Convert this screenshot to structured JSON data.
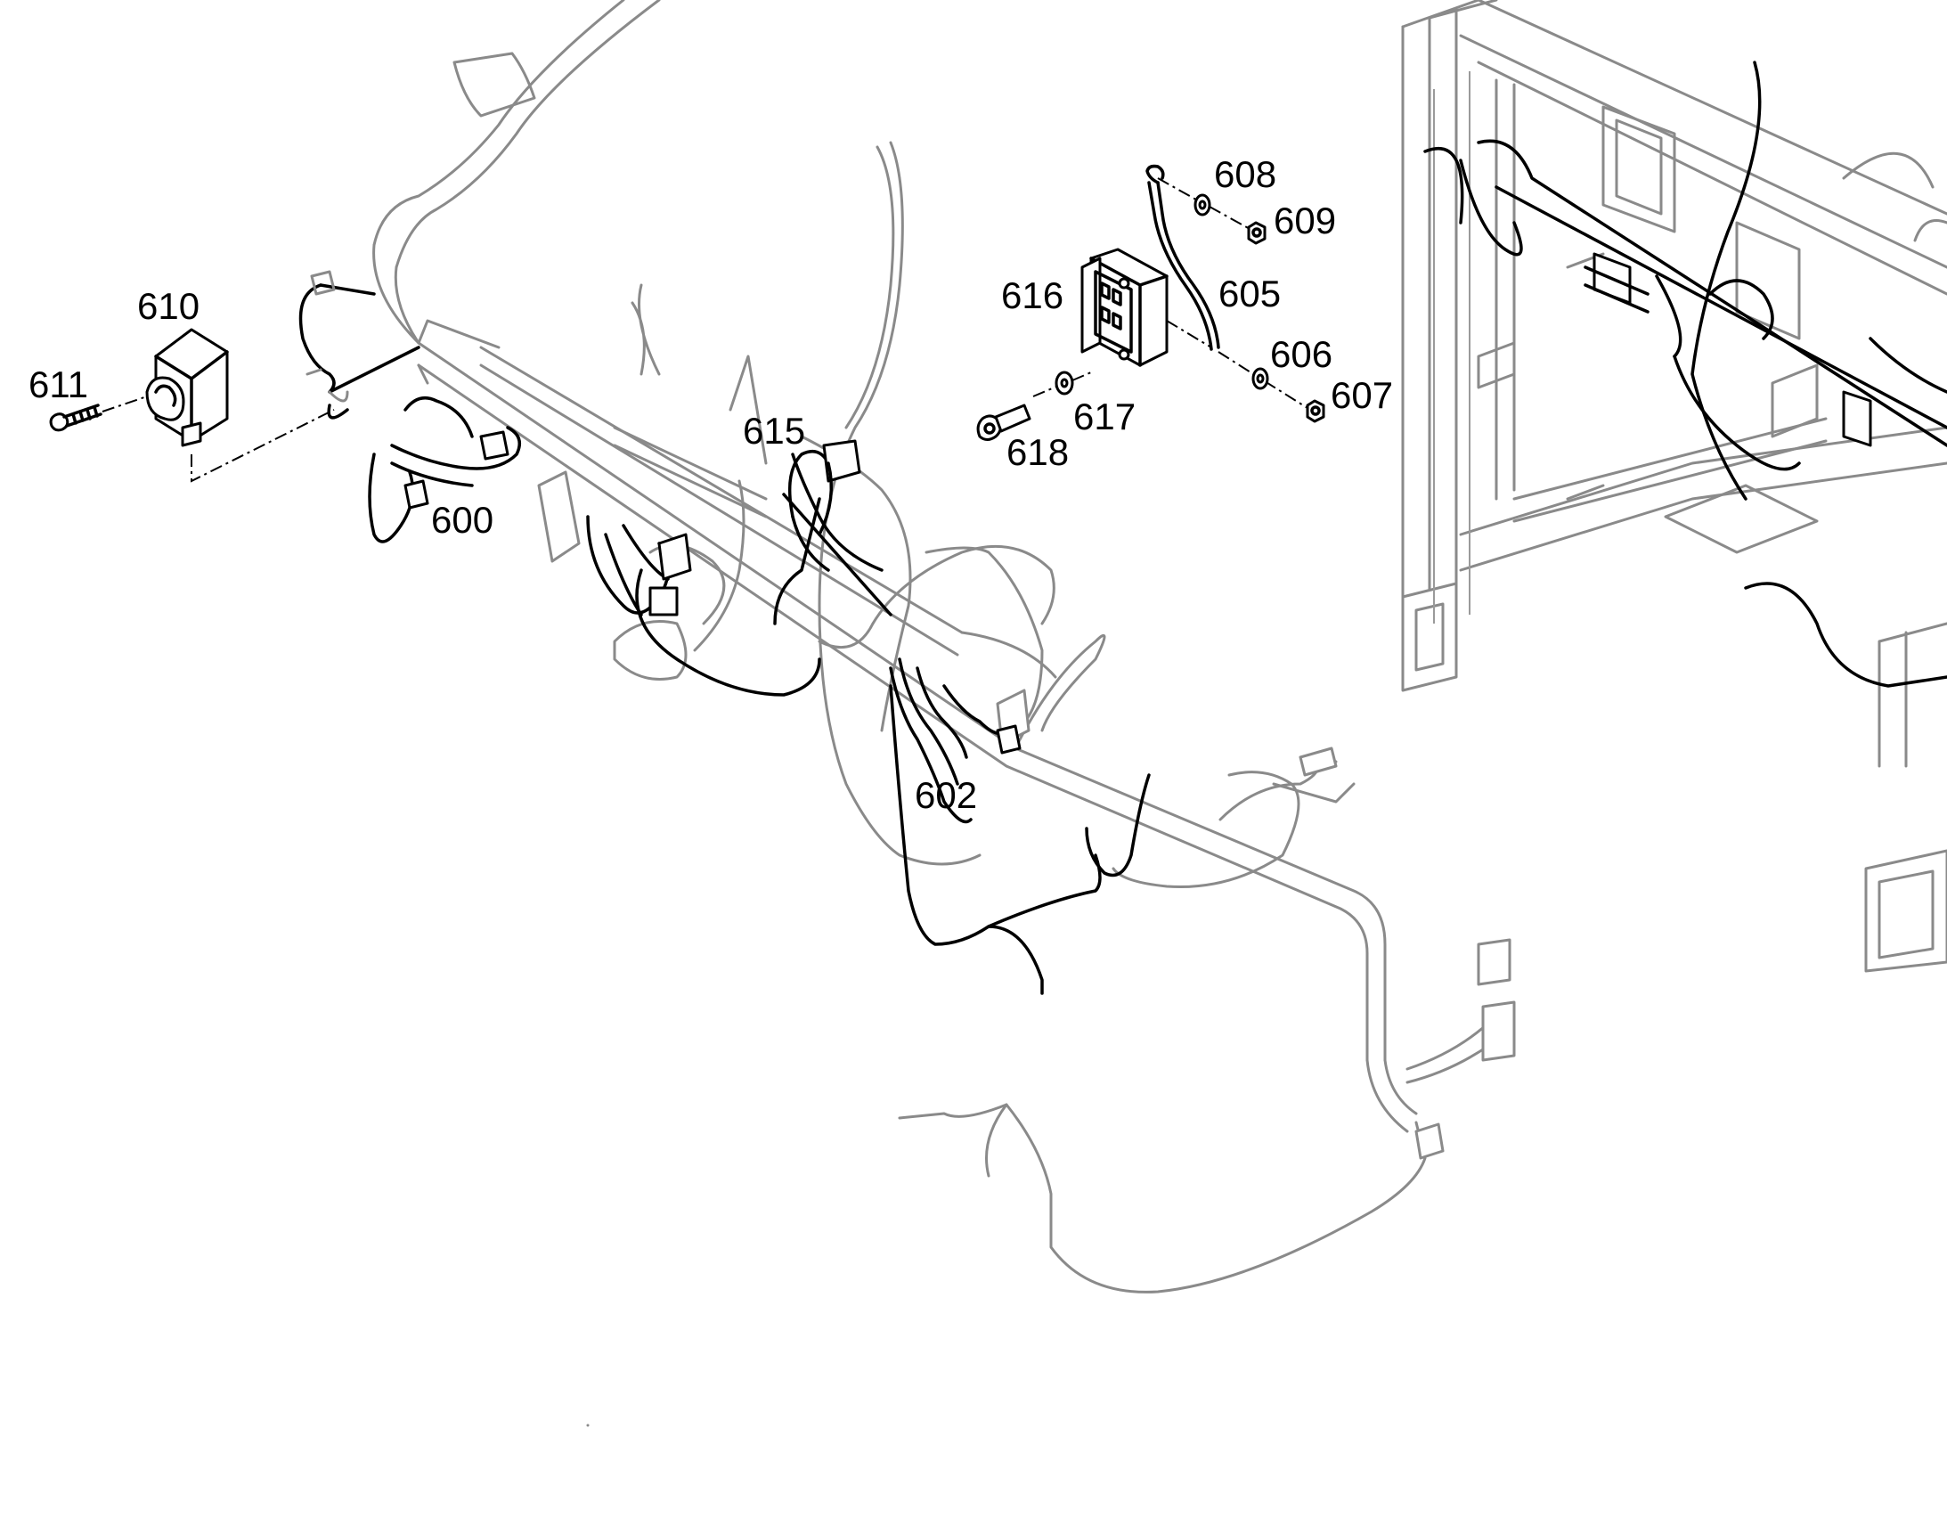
{
  "diagram": {
    "callouts": [
      {
        "id": "c600",
        "text": "600"
      },
      {
        "id": "c602",
        "text": "602"
      },
      {
        "id": "c605",
        "text": "605"
      },
      {
        "id": "c606",
        "text": "606"
      },
      {
        "id": "c607",
        "text": "607"
      },
      {
        "id": "c608",
        "text": "608"
      },
      {
        "id": "c609",
        "text": "609"
      },
      {
        "id": "c610",
        "text": "610"
      },
      {
        "id": "c611",
        "text": "611"
      },
      {
        "id": "c615",
        "text": "615"
      },
      {
        "id": "c616",
        "text": "616"
      },
      {
        "id": "c617",
        "text": "617"
      },
      {
        "id": "c618",
        "text": "618"
      }
    ],
    "colors": {
      "line": "#8a8a8a",
      "highlight": "#000000",
      "background": "#ffffff"
    }
  }
}
